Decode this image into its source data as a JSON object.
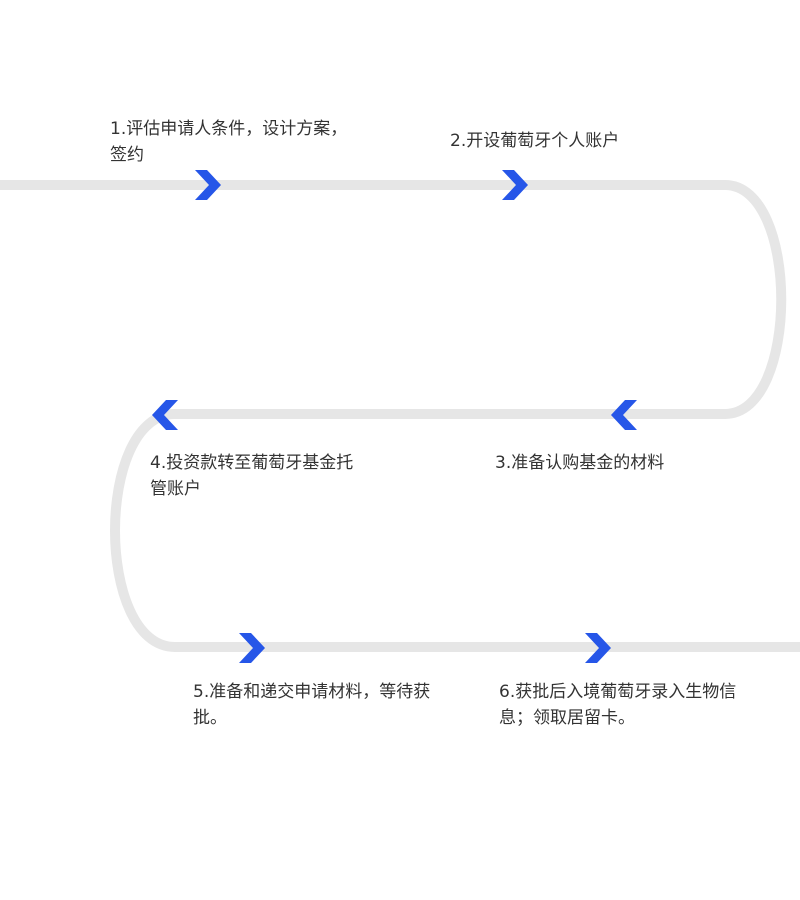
{
  "colors": {
    "track": "#e6e6e6",
    "arrow": "#2656e8",
    "text": "#333333"
  },
  "steps": [
    {
      "label": "1.评估申请人条件，设计方案，签约"
    },
    {
      "label": "2.开设葡萄牙个人账户"
    },
    {
      "label": "3.准备认购基金的材料"
    },
    {
      "label": "4.投资款转至葡萄牙基金托管账户"
    },
    {
      "label": "5.准备和递交申请材料，等待获批。"
    },
    {
      "label": "6.获批后入境葡萄牙录入生物信息；领取居留卡。"
    }
  ],
  "arrows": [
    {
      "direction": "right"
    },
    {
      "direction": "right"
    },
    {
      "direction": "left"
    },
    {
      "direction": "left"
    },
    {
      "direction": "right"
    },
    {
      "direction": "right"
    }
  ]
}
